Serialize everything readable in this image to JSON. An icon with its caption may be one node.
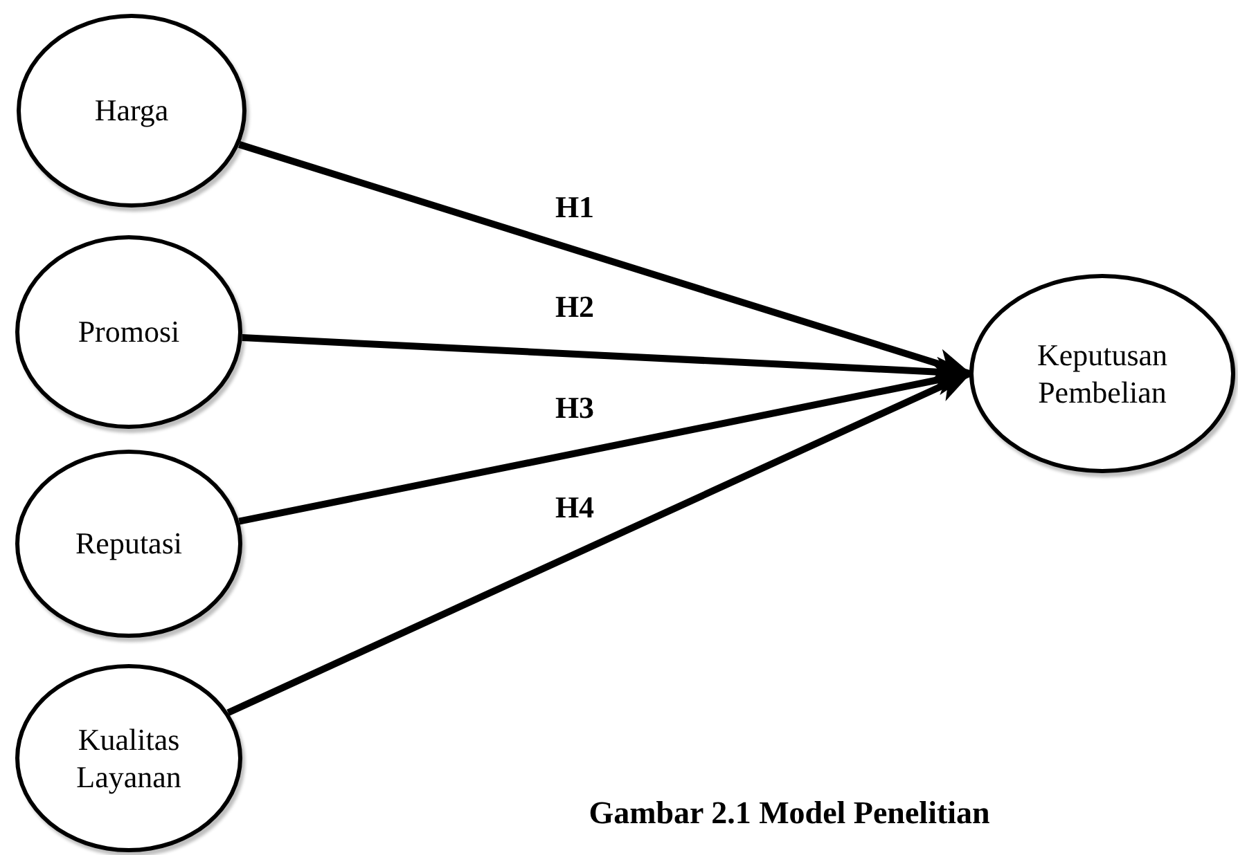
{
  "diagram": {
    "caption": "Gambar 2.1 Model Penelitian",
    "nodes": [
      {
        "text": [
          "Harga"
        ]
      },
      {
        "text": [
          "Promosi"
        ]
      },
      {
        "text": [
          "Reputasi"
        ]
      },
      {
        "text": [
          "Kualitas Layanan"
        ]
      },
      {
        "text": [
          "Keputusan Pembelian"
        ]
      }
    ],
    "edges": [
      {
        "from": 0,
        "to": 4,
        "arrow": "to",
        "label": "H1"
      },
      {
        "from": 1,
        "to": 4,
        "arrow": "to",
        "label": "H2"
      },
      {
        "from": 2,
        "to": 4,
        "arrow": "to",
        "label": "H3"
      },
      {
        "from": 3,
        "to": 4,
        "arrow": "to",
        "label": "H4"
      }
    ]
  }
}
